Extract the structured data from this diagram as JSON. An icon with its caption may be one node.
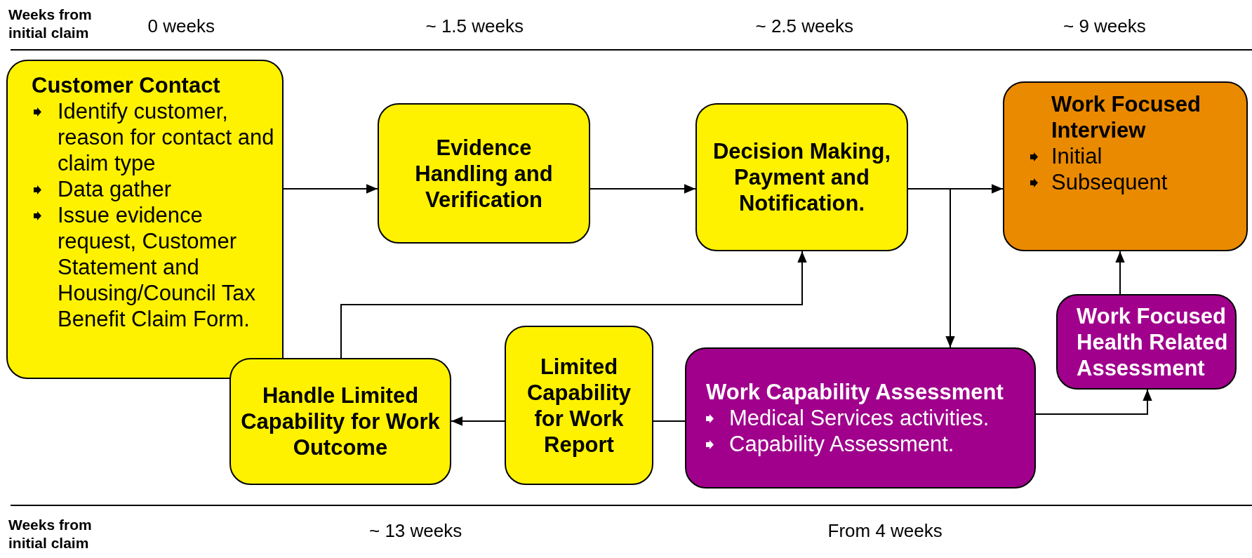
{
  "diagram": {
    "nodes": [
      {
        "text": [
          "Customer Contact",
          "Identify customer, reason for contact and claim type",
          "Data gather",
          "Issue evidence request, Customer Statement and Housing/Council Tax Benefit Claim Form."
        ]
      },
      {
        "text": [
          "Evidence Handling and Verification"
        ]
      },
      {
        "text": [
          "Decision Making, Payment and Notification."
        ]
      },
      {
        "text": [
          "Work Focused Interview",
          "Initial",
          "Subsequent"
        ]
      },
      {
        "text": [
          "Work Focused Health Related Assessment"
        ]
      },
      {
        "text": [
          "Work Capability Assessment",
          "Medical Services activities.",
          "Capability Assessment."
        ]
      },
      {
        "text": [
          "Limited Capability for Work Report"
        ]
      },
      {
        "text": [
          "Handle Limited Capability for Work Outcome"
        ]
      }
    ],
    "edges": [
      {
        "from": 0,
        "to": 1,
        "arrow": "to"
      },
      {
        "from": 1,
        "to": 2,
        "arrow": "to"
      },
      {
        "from": 2,
        "to": 3,
        "arrow": "to"
      },
      {
        "from": 2,
        "to": 5,
        "arrow": "to"
      },
      {
        "from": 5,
        "to": 6,
        "arrow": "none"
      },
      {
        "from": 6,
        "to": 7,
        "arrow": "to"
      },
      {
        "from": 7,
        "to": 2,
        "arrow": "to"
      },
      {
        "from": 5,
        "to": 4,
        "arrow": "to"
      },
      {
        "from": 4,
        "to": 3,
        "arrow": "to"
      }
    ],
    "labels": [
      "Weeks from initial claim",
      "0 weeks",
      "~ 1.5 weeks",
      "~ 2.5 weeks",
      "~ 9 weeks",
      "Weeks from initial claim",
      "~ 13 weeks",
      "From 4 weeks"
    ]
  }
}
